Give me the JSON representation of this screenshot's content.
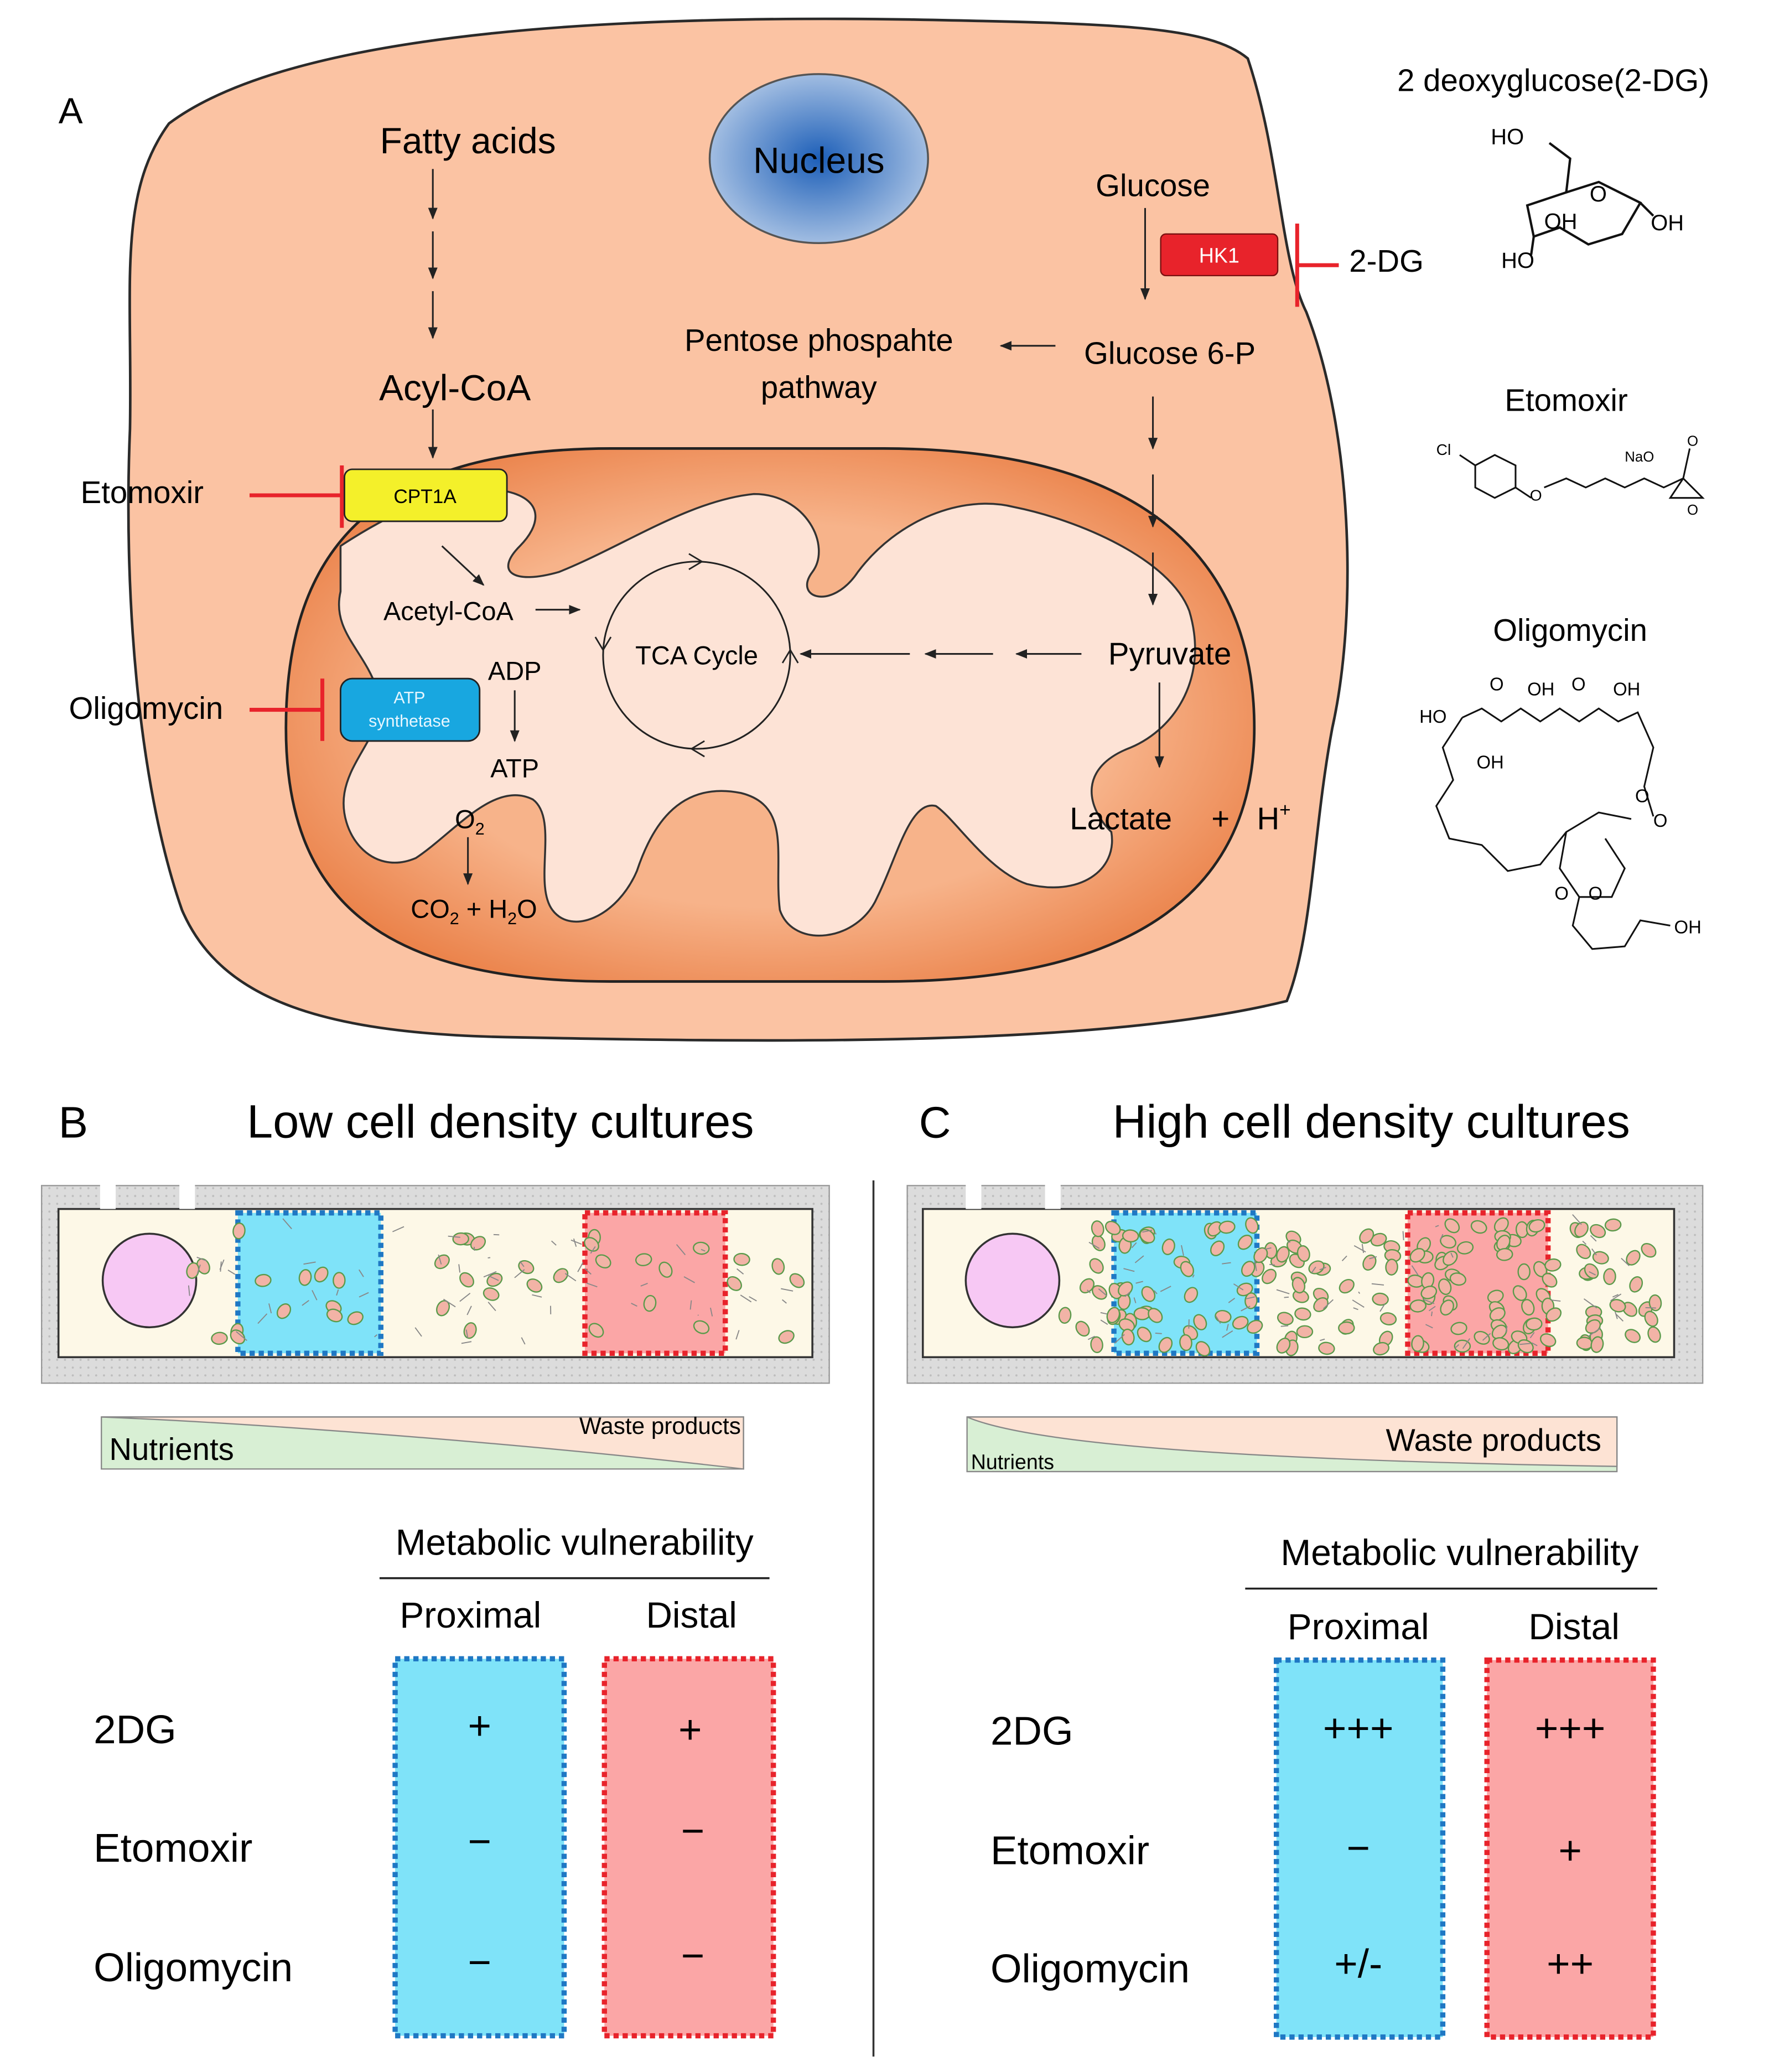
{
  "panelA": {
    "label": "A",
    "nucleus": "Nucleus",
    "fatty_acids": "Fatty acids",
    "acyl_coa": "Acyl-CoA",
    "glucose": "Glucose",
    "hk1": "HK1",
    "two_dg_inhibitor": "2-DG",
    "pentose_line1": "Pentose phospahte",
    "pentose_line2": "pathway",
    "glucose6p": "Glucose 6-P",
    "etomoxir_inhibitor": "Etomoxir",
    "cpt1a": "CPT1A",
    "acetyl_coa": "Acetyl-CoA",
    "tca_cycle": "TCA Cycle",
    "pyruvate": "Pyruvate",
    "oligomycin_inhibitor": "Oligomycin",
    "atp_synth_line1": "ATP",
    "atp_synth_line2": "synthetase",
    "adp": "ADP",
    "atp": "ATP",
    "o2": "O",
    "o2_sub": "2",
    "co2": "CO",
    "co2_sub": "2",
    "plus_h2o": " + H",
    "h2o_sub": "2",
    "h2o_o": "O",
    "lactate": "Lactate",
    "plus": "+",
    "h_plus": "H",
    "h_plus_sup": "+"
  },
  "structures": {
    "deoxyglucose_title": "2 deoxyglucose(2-DG)",
    "dg_ho1": "HO",
    "dg_oh1": "OH",
    "dg_o": "O",
    "dg_oh2": "OH",
    "dg_ho2": "HO",
    "etomoxir_title": "Etomoxir",
    "eto_cl": "Cl",
    "eto_o": "O",
    "eto_nao": "NaO",
    "eto_o2": "O",
    "eto_o3": "O",
    "oligomycin_title": "Oligomycin",
    "oli_o1": "O",
    "oli_oh1": "OH",
    "oli_o2": "O",
    "oli_oh2": "OH",
    "oli_ho": "HO",
    "oli_oh3": "OH",
    "oli_o3": "O",
    "oli_o4": "O",
    "oli_o5": "O",
    "oli_o6": "O",
    "oli_oh4": "OH"
  },
  "panelB": {
    "label": "B",
    "title": "Low cell density cultures",
    "nutrients": "Nutrients",
    "waste": "Waste products",
    "vulnerability_title": "Metabolic vulnerability",
    "col_proximal": "Proximal",
    "col_distal": "Distal",
    "rows": [
      {
        "drug": "2DG",
        "proximal": "+",
        "distal": "+"
      },
      {
        "drug": "Etomoxir",
        "proximal": "−",
        "distal": "−"
      },
      {
        "drug": "Oligomycin",
        "proximal": "−",
        "distal": "−"
      }
    ]
  },
  "panelC": {
    "label": "C",
    "title": "High cell density cultures",
    "nutrients": "Nutrients",
    "waste": "Waste products",
    "vulnerability_title": "Metabolic vulnerability",
    "col_proximal": "Proximal",
    "col_distal": "Distal",
    "rows": [
      {
        "drug": "2DG",
        "proximal": "+++",
        "distal": "+++"
      },
      {
        "drug": "Etomoxir",
        "proximal": "−",
        "distal": "+"
      },
      {
        "drug": "Oligomycin",
        "proximal": "+/-",
        "distal": "++"
      }
    ]
  },
  "colors": {
    "cell_fill": "#fbc3a3",
    "mito_outer": "#ef8a50",
    "mito_inner": "#fde3d6",
    "hk1": "#e8232b",
    "cpt1a": "#f4f02a",
    "atp_synthetase": "#18a7e0",
    "inhibitor": "#e8232b",
    "proximal": "#7fe3f9",
    "distal": "#fba6a6",
    "nutrients": "#d8efd4",
    "waste": "#fde3d4",
    "chamber": "#fdf8e7"
  }
}
